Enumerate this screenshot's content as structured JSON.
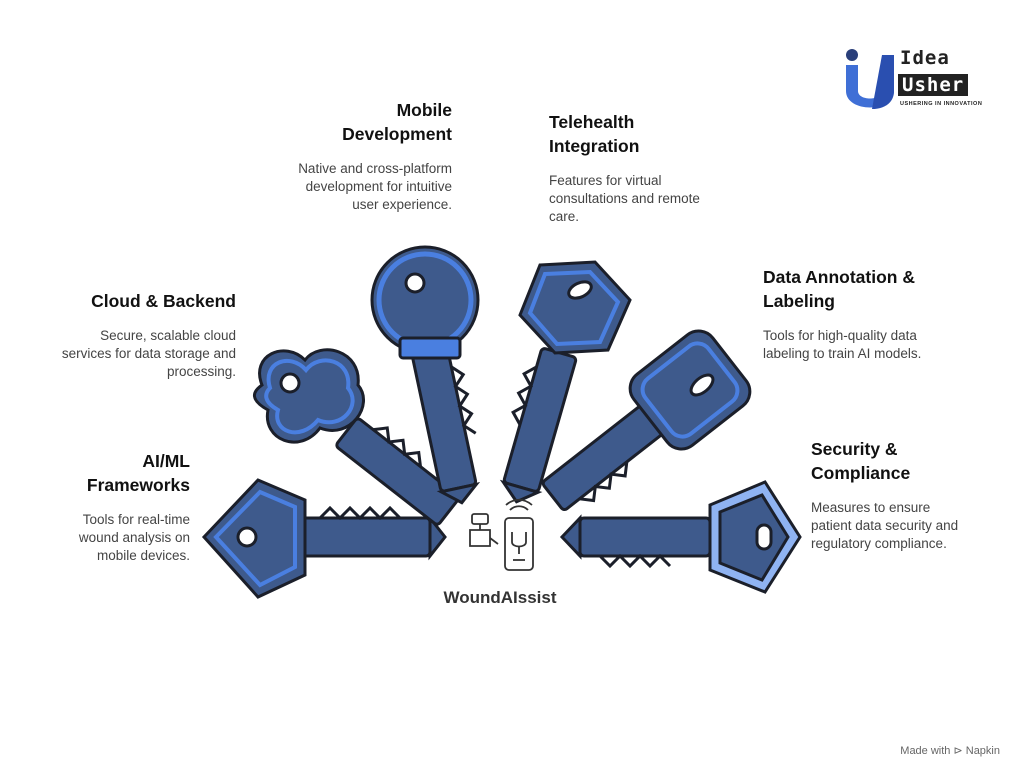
{
  "logo": {
    "line1": "Idea",
    "line2": "Usher",
    "tagline": "USHERING IN INNOVATION"
  },
  "center": {
    "label": "WoundAIssist"
  },
  "features": {
    "mobile": {
      "title": "Mobile Development",
      "desc": "Native and cross-platform development for intuitive user experience."
    },
    "telehealth": {
      "title": "Telehealth Integration",
      "desc": "Features for virtual consultations and remote care."
    },
    "cloud": {
      "title": "Cloud & Backend",
      "desc": "Secure, scalable cloud services for data storage and processing."
    },
    "data": {
      "title": "Data Annotation & Labeling",
      "desc": "Tools for high-quality data labeling to train AI models."
    },
    "ai": {
      "title": "AI/ML Frameworks",
      "desc": "Tools for real-time wound analysis on mobile devices."
    },
    "security": {
      "title": "Security & Compliance",
      "desc": "Measures to ensure patient data security and regulatory compliance."
    }
  },
  "footer": {
    "text": "Made with ⊳ Napkin"
  },
  "colors": {
    "key_body": "#3e5a8c",
    "key_accent": "#4a7fe0",
    "key_light": "#8fb3f2",
    "outline": "#1b1f2a"
  }
}
